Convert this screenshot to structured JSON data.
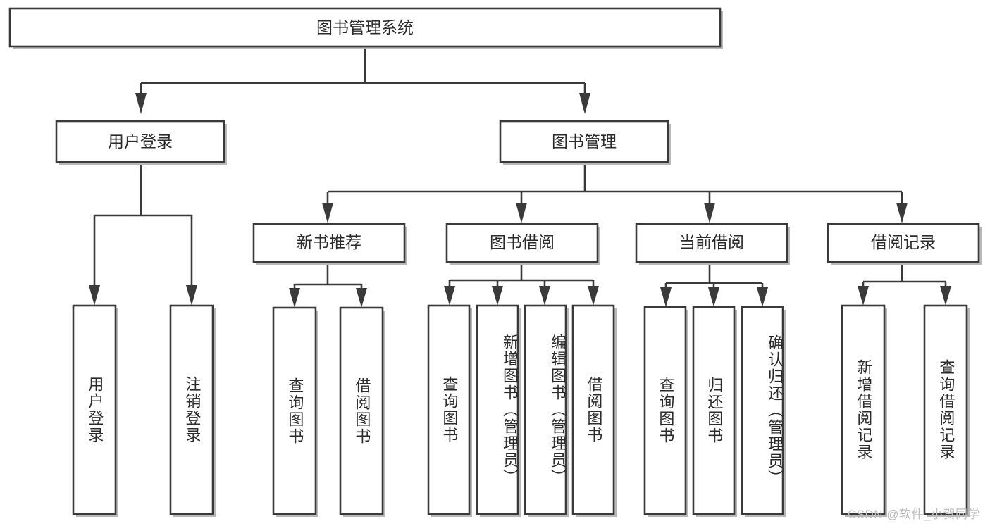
{
  "diagram": {
    "title": "图书管理系统",
    "watermark": "CSDN @软件_小贺同学",
    "colors": {
      "stroke": "#3a3a3a",
      "fill": "#ffffff",
      "text": "#2b2b2b",
      "shadow": "#b9b9b9",
      "watermark": "#bdbdbd"
    },
    "levels": {
      "root": {
        "label": "图书管理系统"
      },
      "level2": [
        {
          "label": "用户登录"
        },
        {
          "label": "图书管理"
        }
      ],
      "level3": [
        {
          "label": "新书推荐"
        },
        {
          "label": "图书借阅"
        },
        {
          "label": "当前借阅"
        },
        {
          "label": "借阅记录"
        }
      ],
      "leaves": {
        "user_login": [
          {
            "label": "用户登录"
          },
          {
            "label": "注销登录"
          }
        ],
        "new_book_rec": [
          {
            "label": "查询图书"
          },
          {
            "label": "借阅图书"
          }
        ],
        "book_borrow": [
          {
            "label": "查询图书"
          },
          {
            "label": "新增图书（管理员）"
          },
          {
            "label": "编辑图书（管理员）"
          },
          {
            "label": "借阅图书"
          }
        ],
        "current_borrow": [
          {
            "label": "查询图书"
          },
          {
            "label": "归还图书"
          },
          {
            "label": "确认归还（管理员）"
          }
        ],
        "borrow_record": [
          {
            "label": "新增借阅记录"
          },
          {
            "label": "查询借阅记录"
          }
        ]
      }
    }
  }
}
